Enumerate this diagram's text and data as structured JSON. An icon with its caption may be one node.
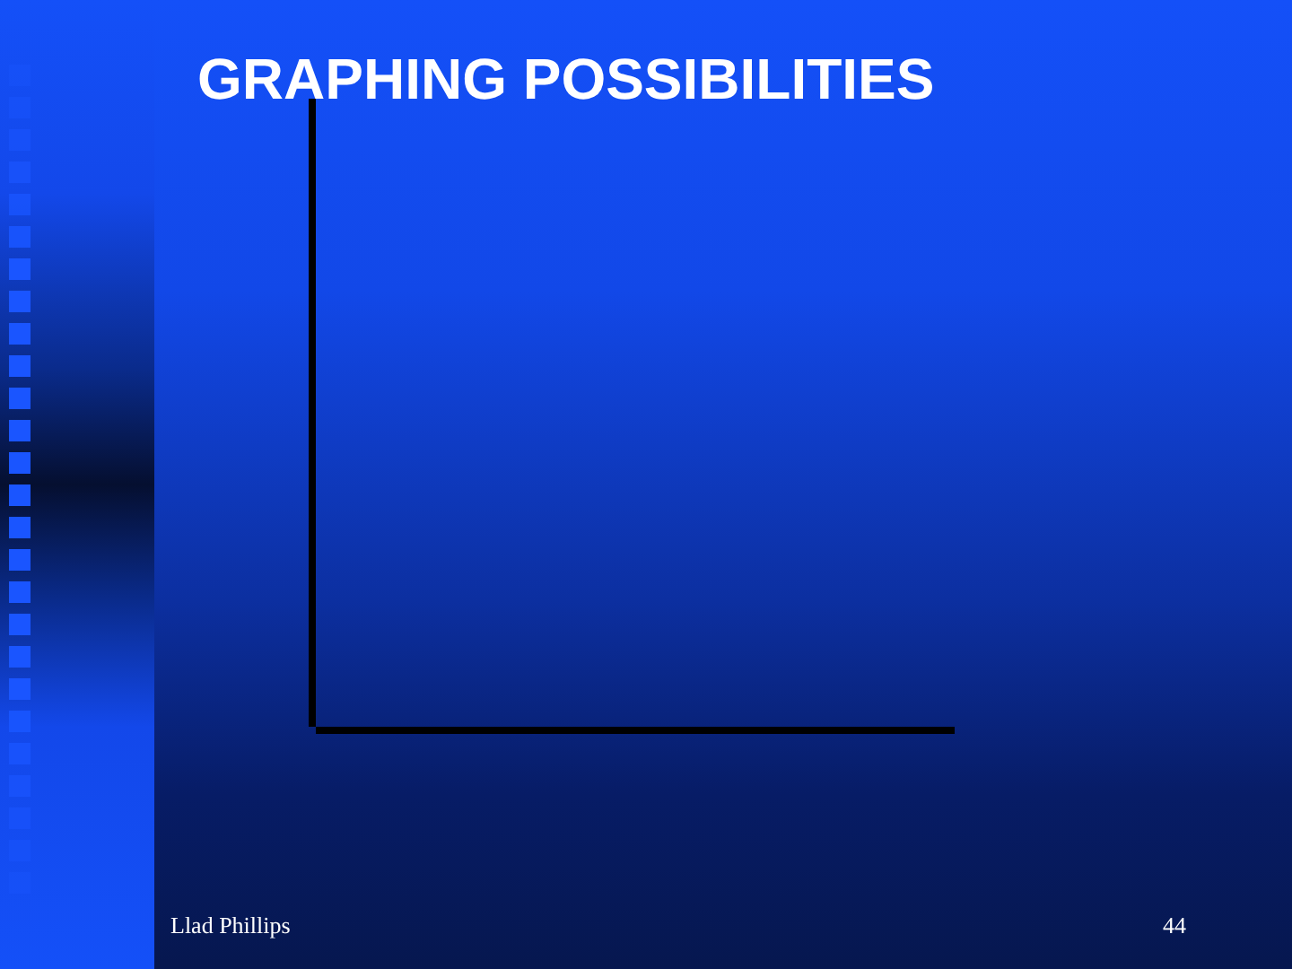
{
  "diagram": {
    "title": "GRAPHING POSSIBILITIES",
    "labels": [
      "Llad Phillips",
      "44"
    ]
  }
}
